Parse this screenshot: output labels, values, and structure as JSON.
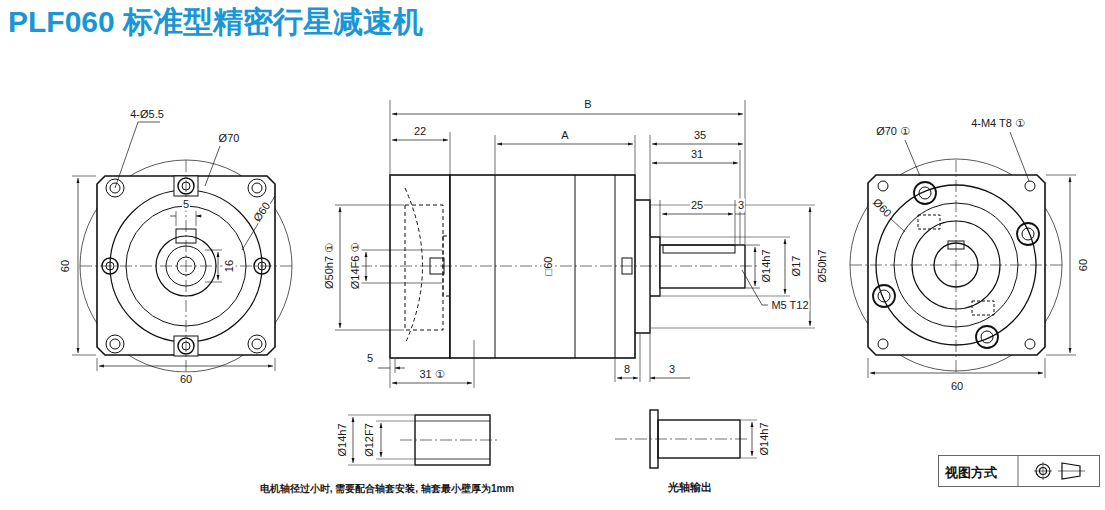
{
  "diagram": {
    "title": "PLF060 标准型精密行星减速机",
    "nodes": [
      {
        "text": [
          "视图方式"
        ]
      }
    ],
    "labels": [
      "4-Ø5.5",
      "Ø70",
      "Ø60",
      "5",
      "16",
      "60",
      "60",
      "B",
      "22",
      "A",
      "35",
      "31",
      "25",
      "3",
      "Ø50h7 ①",
      "Ø14F6 ①",
      "□60",
      "Ø14h7",
      "Ø17",
      "Ø50h7",
      "M5 T12",
      "5",
      "31 ①",
      "8",
      "3",
      "Ø70 ①",
      "4-M4 T8 ①",
      "Ø60",
      "60",
      "60",
      "Ø14h7",
      "Ø12F7",
      "电机轴径过小时, 需要配合轴套安装, 轴套最小壁厚为1mm",
      "Ø14h7",
      "光轴输出"
    ]
  }
}
